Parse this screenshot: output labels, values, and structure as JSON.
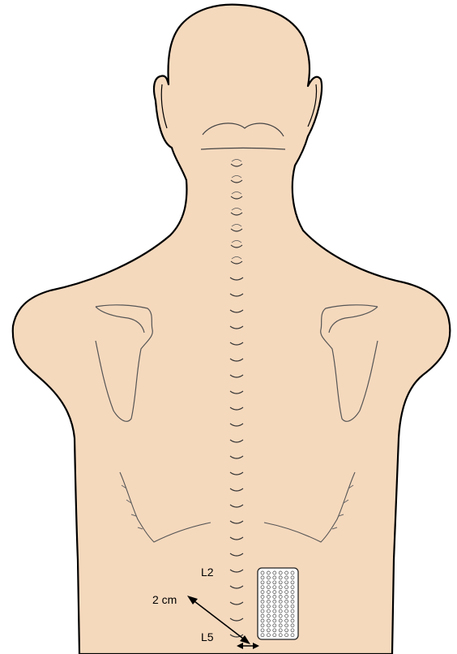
{
  "labels": {
    "upper_vertebra": "L2",
    "lower_vertebra": "L5",
    "distance": "2 cm"
  },
  "colors": {
    "skin": "#F5D9BD",
    "outline": "#000000",
    "line": "#3a3a3a",
    "electrode": "#ffffff"
  }
}
